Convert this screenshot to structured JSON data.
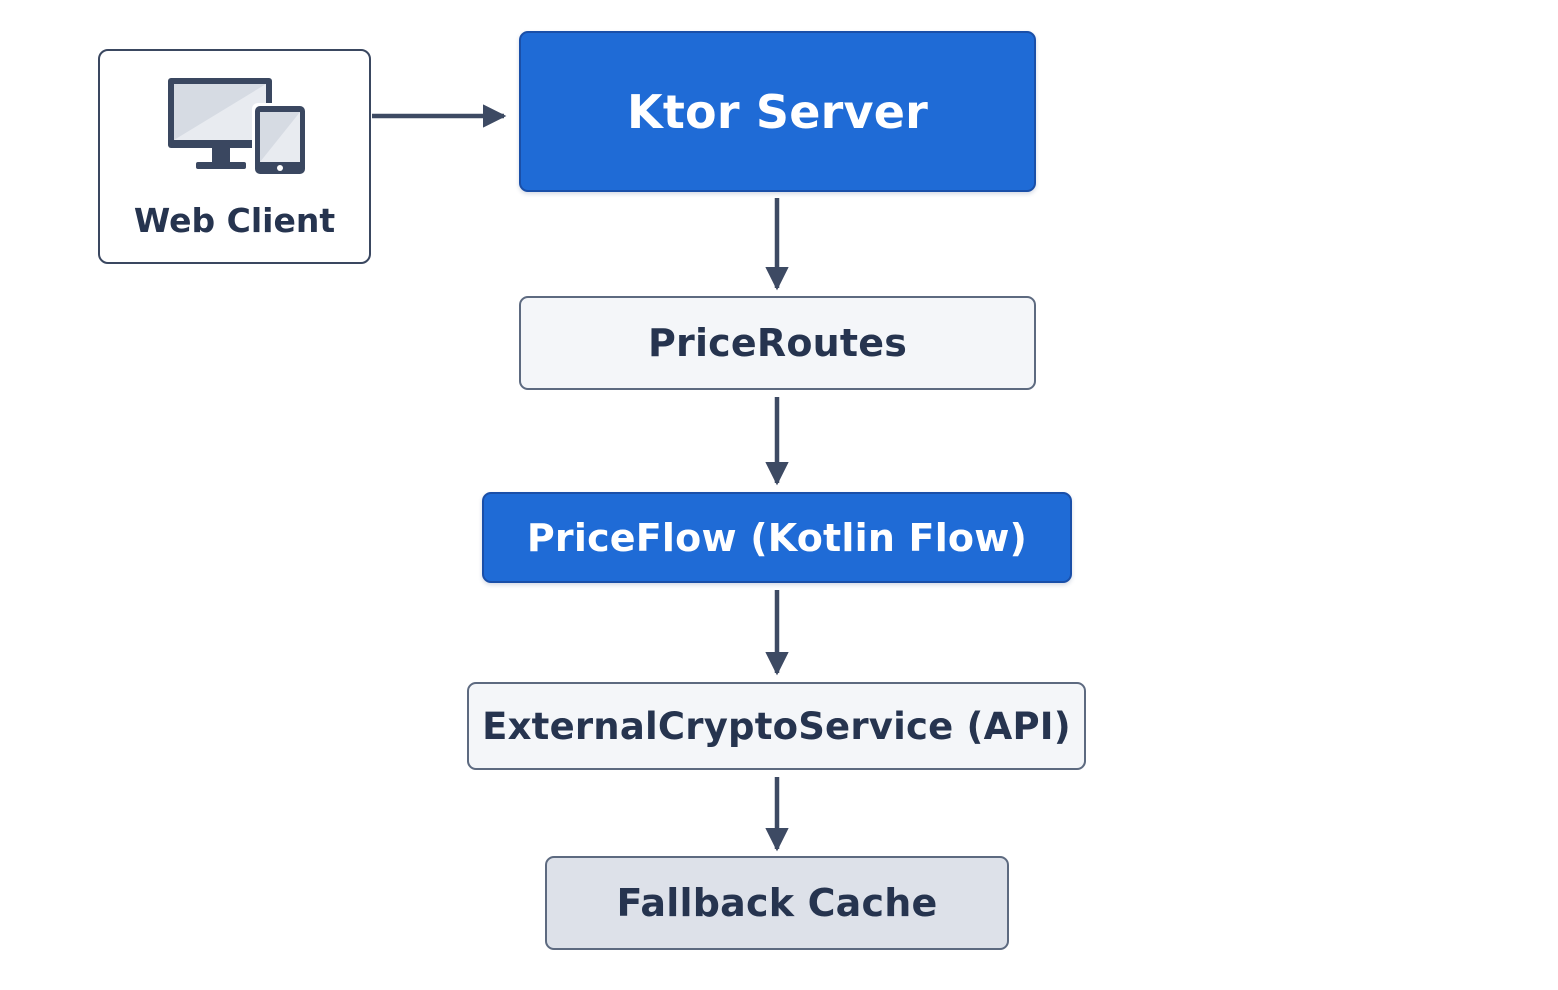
{
  "nodes": {
    "web_client": "Web Client",
    "ktor_server": "Ktor Server",
    "price_routes": "PriceRoutes",
    "price_flow": "PriceFlow (Kotlin Flow)",
    "external_service": "ExternalCryptoService (API)",
    "fallback_cache": "Fallback Cache"
  },
  "icons": {
    "client": "devices-icon"
  },
  "colors": {
    "primary_fill": "#1f6bd6",
    "light_fill": "#f4f6f9",
    "cache_fill": "#dde1e9",
    "stroke": "#3d4a63",
    "text_dark": "#26344f"
  }
}
